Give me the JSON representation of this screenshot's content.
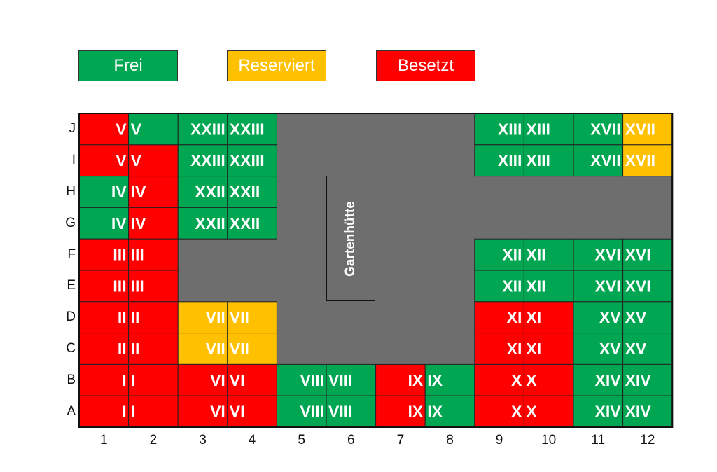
{
  "legend": [
    {
      "label": "Frei",
      "color": "#00a651"
    },
    {
      "label": "Reserviert",
      "color": "#ffc000"
    },
    {
      "label": "Besetzt",
      "color": "#ff0000"
    }
  ],
  "colors": {
    "free": "#00a651",
    "reserved": "#ffc000",
    "occupied": "#ff0000",
    "path": "#6e6e6e"
  },
  "shed_label": "Gartenhütte",
  "row_labels": [
    "J",
    "I",
    "H",
    "G",
    "F",
    "E",
    "D",
    "C",
    "B",
    "A"
  ],
  "col_labels": [
    "1",
    "2",
    "3",
    "4",
    "5",
    "6",
    "7",
    "8",
    "9",
    "10",
    "11",
    "12"
  ],
  "plots": [
    {
      "row": "J",
      "col": 1,
      "label": "V",
      "status": "occupied"
    },
    {
      "row": "J",
      "col": 2,
      "label": "V",
      "status": "free"
    },
    {
      "row": "J",
      "col": 3,
      "label": "XXIII",
      "status": "free"
    },
    {
      "row": "J",
      "col": 4,
      "label": "XXIII",
      "status": "free"
    },
    {
      "row": "J",
      "col": 9,
      "label": "XIII",
      "status": "free"
    },
    {
      "row": "J",
      "col": 10,
      "label": "XIII",
      "status": "free"
    },
    {
      "row": "J",
      "col": 11,
      "label": "XVII",
      "status": "free"
    },
    {
      "row": "J",
      "col": 12,
      "label": "XVII",
      "status": "reserved"
    },
    {
      "row": "I",
      "col": 1,
      "label": "V",
      "status": "occupied"
    },
    {
      "row": "I",
      "col": 2,
      "label": "V",
      "status": "occupied"
    },
    {
      "row": "I",
      "col": 3,
      "label": "XXIII",
      "status": "free"
    },
    {
      "row": "I",
      "col": 4,
      "label": "XXIII",
      "status": "free"
    },
    {
      "row": "I",
      "col": 9,
      "label": "XIII",
      "status": "free"
    },
    {
      "row": "I",
      "col": 10,
      "label": "XIII",
      "status": "free"
    },
    {
      "row": "I",
      "col": 11,
      "label": "XVII",
      "status": "free"
    },
    {
      "row": "I",
      "col": 12,
      "label": "XVII",
      "status": "reserved"
    },
    {
      "row": "H",
      "col": 1,
      "label": "IV",
      "status": "free"
    },
    {
      "row": "H",
      "col": 2,
      "label": "IV",
      "status": "occupied"
    },
    {
      "row": "H",
      "col": 3,
      "label": "XXII",
      "status": "free"
    },
    {
      "row": "H",
      "col": 4,
      "label": "XXII",
      "status": "free"
    },
    {
      "row": "G",
      "col": 1,
      "label": "IV",
      "status": "free"
    },
    {
      "row": "G",
      "col": 2,
      "label": "IV",
      "status": "occupied"
    },
    {
      "row": "G",
      "col": 3,
      "label": "XXII",
      "status": "free"
    },
    {
      "row": "G",
      "col": 4,
      "label": "XXII",
      "status": "free"
    },
    {
      "row": "F",
      "col": 1,
      "label": "III",
      "status": "occupied"
    },
    {
      "row": "F",
      "col": 2,
      "label": "III",
      "status": "occupied"
    },
    {
      "row": "F",
      "col": 9,
      "label": "XII",
      "status": "free"
    },
    {
      "row": "F",
      "col": 10,
      "label": "XII",
      "status": "free"
    },
    {
      "row": "F",
      "col": 11,
      "label": "XVI",
      "status": "free"
    },
    {
      "row": "F",
      "col": 12,
      "label": "XVI",
      "status": "free"
    },
    {
      "row": "E",
      "col": 1,
      "label": "III",
      "status": "occupied"
    },
    {
      "row": "E",
      "col": 2,
      "label": "III",
      "status": "occupied"
    },
    {
      "row": "E",
      "col": 9,
      "label": "XII",
      "status": "free"
    },
    {
      "row": "E",
      "col": 10,
      "label": "XII",
      "status": "free"
    },
    {
      "row": "E",
      "col": 11,
      "label": "XVI",
      "status": "free"
    },
    {
      "row": "E",
      "col": 12,
      "label": "XVI",
      "status": "free"
    },
    {
      "row": "D",
      "col": 1,
      "label": "II",
      "status": "occupied"
    },
    {
      "row": "D",
      "col": 2,
      "label": "II",
      "status": "occupied"
    },
    {
      "row": "D",
      "col": 3,
      "label": "VII",
      "status": "reserved"
    },
    {
      "row": "D",
      "col": 4,
      "label": "VII",
      "status": "reserved"
    },
    {
      "row": "D",
      "col": 9,
      "label": "XI",
      "status": "occupied"
    },
    {
      "row": "D",
      "col": 10,
      "label": "XI",
      "status": "occupied"
    },
    {
      "row": "D",
      "col": 11,
      "label": "XV",
      "status": "free"
    },
    {
      "row": "D",
      "col": 12,
      "label": "XV",
      "status": "free"
    },
    {
      "row": "C",
      "col": 1,
      "label": "II",
      "status": "occupied"
    },
    {
      "row": "C",
      "col": 2,
      "label": "II",
      "status": "occupied"
    },
    {
      "row": "C",
      "col": 3,
      "label": "VII",
      "status": "reserved"
    },
    {
      "row": "C",
      "col": 4,
      "label": "VII",
      "status": "reserved"
    },
    {
      "row": "C",
      "col": 9,
      "label": "XI",
      "status": "occupied"
    },
    {
      "row": "C",
      "col": 10,
      "label": "XI",
      "status": "occupied"
    },
    {
      "row": "C",
      "col": 11,
      "label": "XV",
      "status": "free"
    },
    {
      "row": "C",
      "col": 12,
      "label": "XV",
      "status": "free"
    },
    {
      "row": "B",
      "col": 1,
      "label": "I",
      "status": "occupied"
    },
    {
      "row": "B",
      "col": 2,
      "label": "I",
      "status": "occupied"
    },
    {
      "row": "B",
      "col": 3,
      "label": "VI",
      "status": "occupied"
    },
    {
      "row": "B",
      "col": 4,
      "label": "VI",
      "status": "occupied"
    },
    {
      "row": "B",
      "col": 5,
      "label": "VIII",
      "status": "free"
    },
    {
      "row": "B",
      "col": 6,
      "label": "VIII",
      "status": "free"
    },
    {
      "row": "B",
      "col": 7,
      "label": "IX",
      "status": "occupied"
    },
    {
      "row": "B",
      "col": 8,
      "label": "IX",
      "status": "free"
    },
    {
      "row": "B",
      "col": 9,
      "label": "X",
      "status": "occupied"
    },
    {
      "row": "B",
      "col": 10,
      "label": "X",
      "status": "occupied"
    },
    {
      "row": "B",
      "col": 11,
      "label": "XIV",
      "status": "free"
    },
    {
      "row": "B",
      "col": 12,
      "label": "XIV",
      "status": "free"
    },
    {
      "row": "A",
      "col": 1,
      "label": "I",
      "status": "occupied"
    },
    {
      "row": "A",
      "col": 2,
      "label": "I",
      "status": "occupied"
    },
    {
      "row": "A",
      "col": 3,
      "label": "VI",
      "status": "occupied"
    },
    {
      "row": "A",
      "col": 4,
      "label": "VI",
      "status": "occupied"
    },
    {
      "row": "A",
      "col": 5,
      "label": "VIII",
      "status": "free"
    },
    {
      "row": "A",
      "col": 6,
      "label": "VIII",
      "status": "free"
    },
    {
      "row": "A",
      "col": 7,
      "label": "IX",
      "status": "occupied"
    },
    {
      "row": "A",
      "col": 8,
      "label": "IX",
      "status": "free"
    },
    {
      "row": "A",
      "col": 9,
      "label": "X",
      "status": "occupied"
    },
    {
      "row": "A",
      "col": 10,
      "label": "X",
      "status": "occupied"
    },
    {
      "row": "A",
      "col": 11,
      "label": "XIV",
      "status": "free"
    },
    {
      "row": "A",
      "col": 12,
      "label": "XIV",
      "status": "free"
    }
  ]
}
